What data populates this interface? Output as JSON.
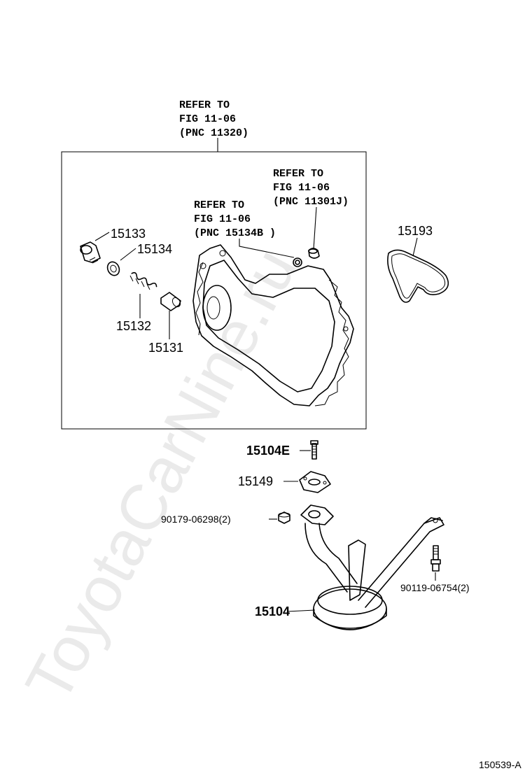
{
  "watermark": "ToyotaCarNine.ru",
  "refs": {
    "top": {
      "line1": "REFER TO",
      "line2": "FIG 11-06",
      "line3": "(PNC 11320)"
    },
    "right": {
      "line1": "REFER TO",
      "line2": "FIG 11-06",
      "line3": "(PNC 11301J)"
    },
    "mid": {
      "line1": "REFER TO",
      "line2": "FIG 11-06",
      "line3": "(PNC 15134B )"
    }
  },
  "parts": {
    "p15133": "15133",
    "p15134": "15134",
    "p15132": "15132",
    "p15131": "15131",
    "p15193": "15193",
    "p15104E": "15104E",
    "p15149": "15149",
    "p90179": "90179-06298(2)",
    "p90119": "90119-06754(2)",
    "p15104": "15104"
  },
  "diagram_code": "150539-A"
}
